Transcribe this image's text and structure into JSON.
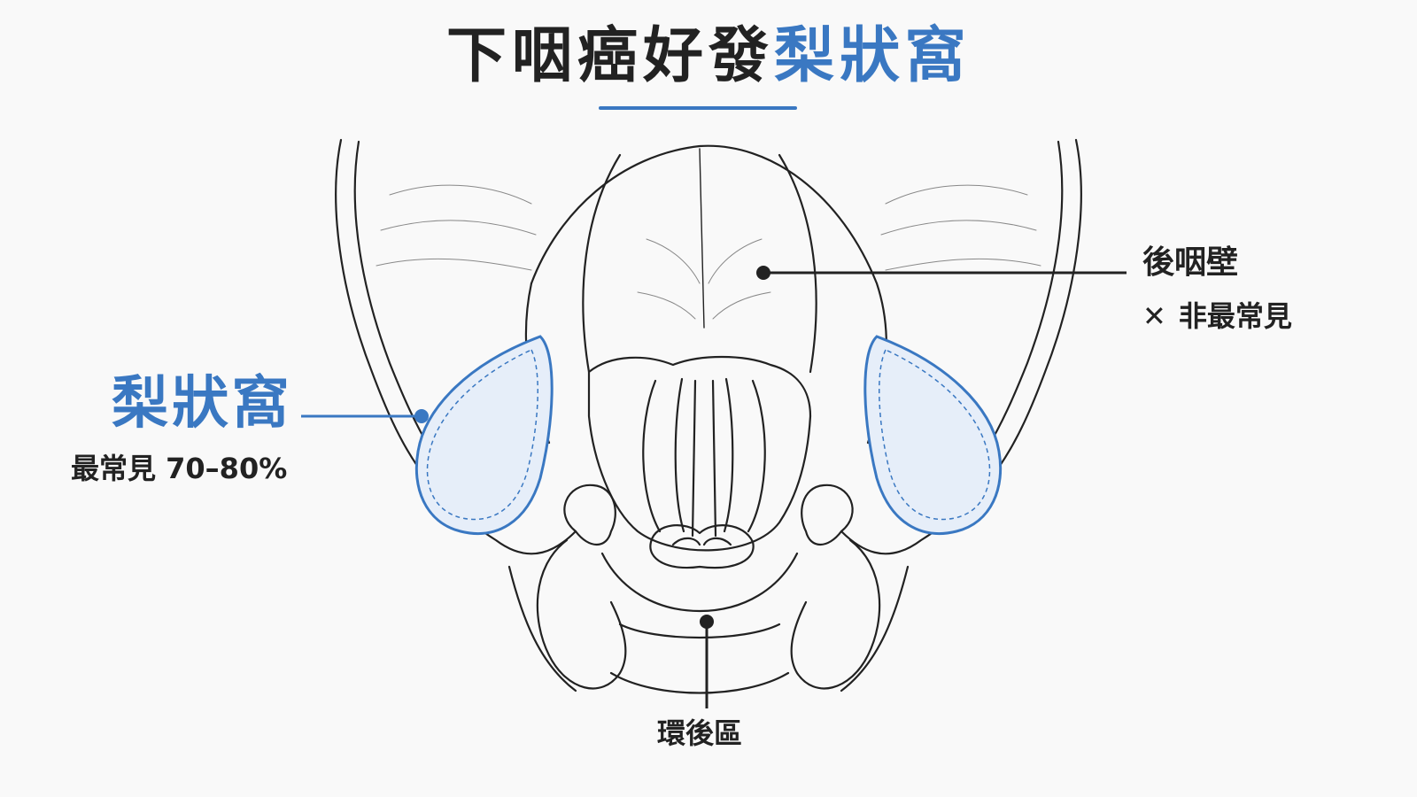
{
  "title": {
    "prefix": "下咽癌好發",
    "highlight": "梨狀窩"
  },
  "labels": {
    "pyriform": {
      "name": "梨狀窩",
      "frequency": "最常見 70–80%"
    },
    "posterior_wall": {
      "name": "後咽壁",
      "note_icon": "✕",
      "note": "非最常見"
    },
    "postcricoid": {
      "name": "環後區"
    }
  },
  "colors": {
    "accent": "#3a78c2",
    "ink": "#222222",
    "highlight_fill": "#e6eef9",
    "background": "#f9f9f9"
  }
}
